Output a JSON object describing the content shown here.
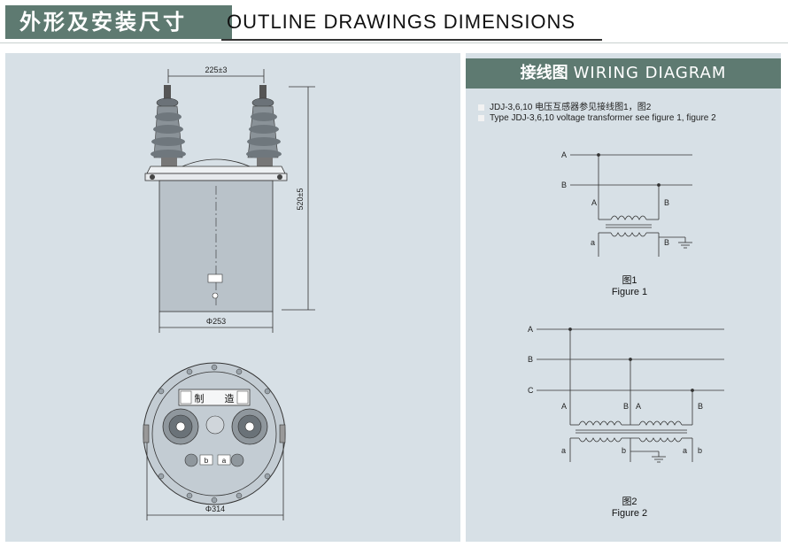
{
  "header": {
    "title_cn": "外形及安装尺寸",
    "title_en": "OUTLINE  DRAWINGS  DIMENSIONS"
  },
  "drawing": {
    "dim_width": "225±3",
    "dim_height": "520±5",
    "dim_diameter_body": "Φ253",
    "dim_diameter_base": "Φ314",
    "plate_labels": [
      "制",
      "造"
    ],
    "terminal_labels": [
      "b",
      "a"
    ]
  },
  "wiring": {
    "title_cn": "接线图",
    "title_en": "WIRING DIAGRAM",
    "note_cn": "JDJ-3,6,10 电压互感器参见接线图1，图2",
    "note_en": "Type JDJ-3,6,10  voltage transformer see figure 1, figure 2",
    "fig1": {
      "lines": [
        "A",
        "B"
      ],
      "primary_labels": [
        "A",
        "B"
      ],
      "secondary_labels": [
        "a",
        "B"
      ],
      "caption_cn": "图1",
      "caption_en": "Figure 1"
    },
    "fig2": {
      "lines": [
        "A",
        "B",
        "C"
      ],
      "primary_labels": [
        "A",
        "B",
        "A",
        "B"
      ],
      "secondary_labels": [
        "a",
        "b",
        "a",
        "b"
      ],
      "caption_cn": "图2",
      "caption_en": "Figure 2"
    }
  },
  "colors": {
    "header_bg": "#5e7a71",
    "panel_bg": "#d7e0e6",
    "tank_body": "#b9c2c9"
  }
}
